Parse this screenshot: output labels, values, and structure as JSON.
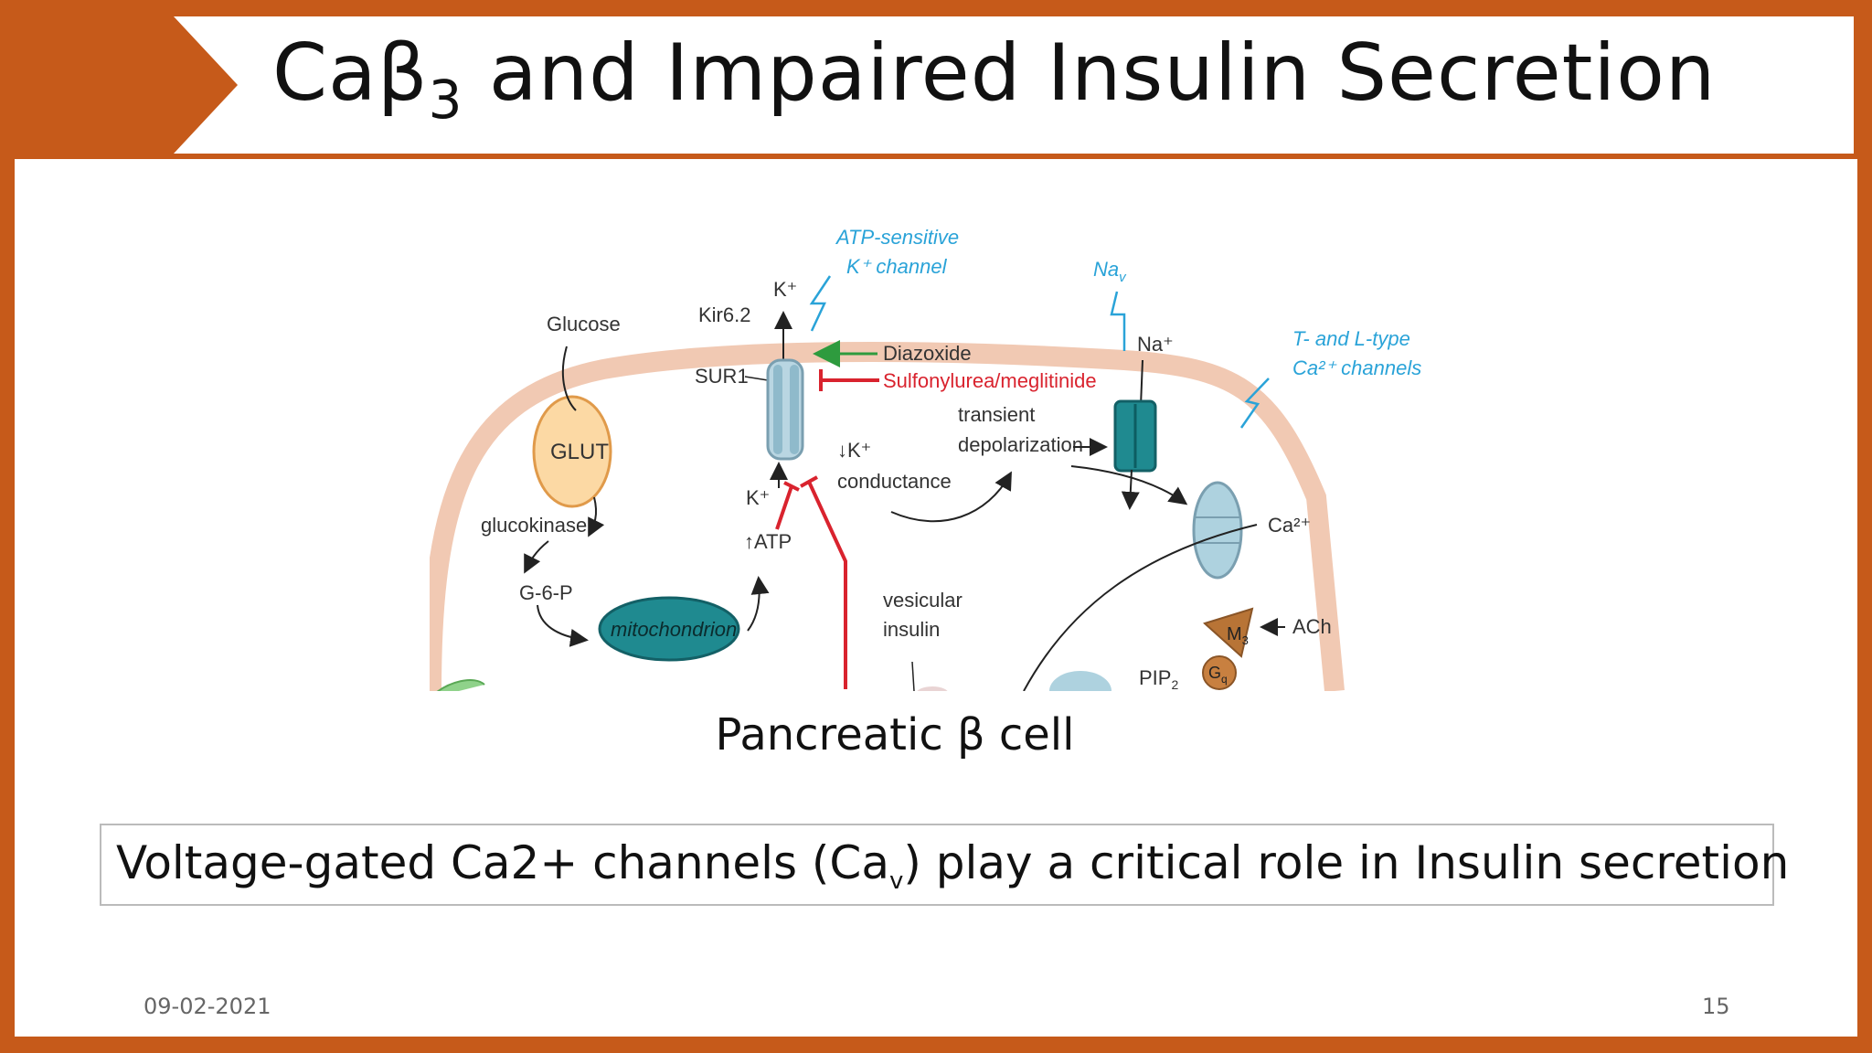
{
  "title": {
    "main": "Caβ",
    "sub": "3",
    "rest": " and Impaired Insulin Secretion"
  },
  "diagram": {
    "glucose": "Glucose",
    "glut": "GLUT",
    "glucokinase": "glucokinase",
    "g6p": "G-6-P",
    "mitochondrion": "mitochondrion",
    "atp_sensitive_1": "ATP-sensitive",
    "atp_sensitive_2": "K⁺ channel",
    "kir62": "Kir6.2",
    "k_out": "K⁺",
    "sur1": "SUR1",
    "diazoxide": "Diazoxide",
    "sulfonylurea": "Sulfonylurea/meglitinide",
    "k_in": "K⁺",
    "atp_up": "ATP",
    "k_conductance_1": "K⁺",
    "k_conductance_2": "conductance",
    "transient_1": "transient",
    "transient_2": "depolarization",
    "nav": "Nav",
    "na_plus": "Na⁺",
    "t_l_type_1": "T- and L-type",
    "t_l_type_2": "Ca²⁺ channels",
    "ca2": "Ca²⁺",
    "vesicular_1": "vesicular",
    "vesicular_2": "insulin",
    "ach": "ACh",
    "m3": "M3",
    "gq": "Gq",
    "pip2": "PIP2"
  },
  "caption": "Pancreatic β cell",
  "callout": {
    "before": "Voltage-gated Ca2+  channels (Ca",
    "sub": "v",
    "after": ") play a critical role in Insulin secretion"
  },
  "footer": {
    "date": "09-02-2021",
    "page": "15"
  },
  "colors": {
    "frame": "#c65a1a",
    "accent_blue": "#2aa3d8",
    "inhibit_red": "#d9232e",
    "activate_green": "#2e9b3e"
  }
}
